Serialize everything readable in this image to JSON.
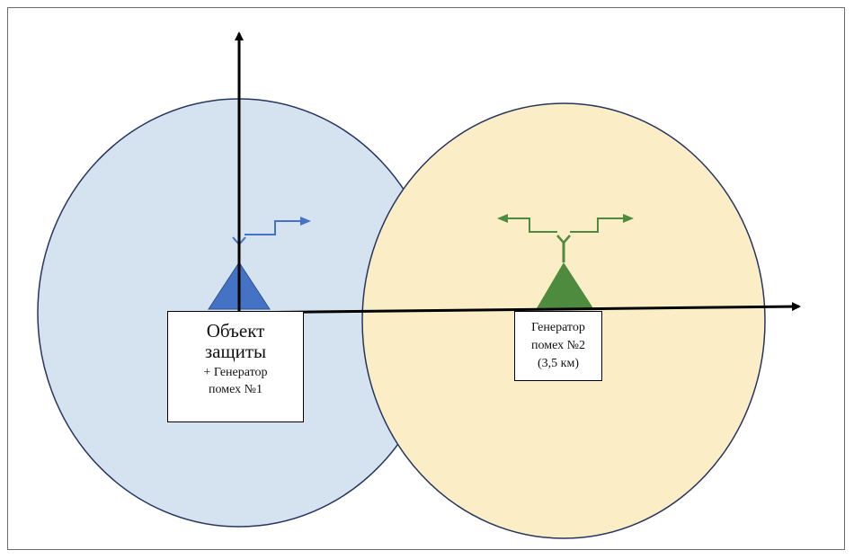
{
  "object_box": {
    "line1": "Объект",
    "line2": "защиты",
    "line3": "+ Генератор",
    "line4": "помех №1"
  },
  "generator_box": {
    "line1": "Генератор",
    "line2": "помех №2",
    "line3": "(3,5 км)"
  },
  "colors": {
    "blue_zone_fill": "#d5e3f0",
    "yellow_zone_fill": "#fbeec6",
    "zone_outline": "#26355f",
    "blue_triangle": "#4472c4",
    "green_triangle": "#4f8b3f",
    "axis": "#000000"
  }
}
